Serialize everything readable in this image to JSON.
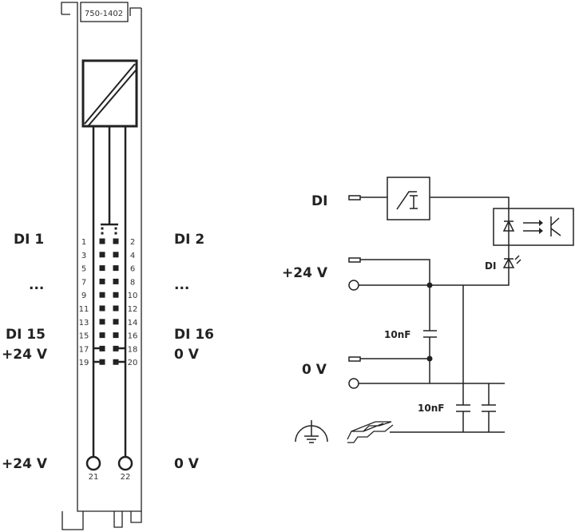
{
  "module": {
    "part_number": "750-1402"
  },
  "left_labels": {
    "di1": "DI 1",
    "dots": "...",
    "di15": "DI 15",
    "plus24a": "+24 V",
    "plus24b": "+24 V"
  },
  "right_labels": {
    "di2": "DI 2",
    "dots": "...",
    "di16": "DI 16",
    "zero_a": "0 V",
    "zero_b": "0 V"
  },
  "pins_left": [
    "1",
    "3",
    "5",
    "7",
    "9",
    "11",
    "13",
    "15",
    "17",
    "19"
  ],
  "pins_right": [
    "2",
    "4",
    "6",
    "8",
    "10",
    "12",
    "14",
    "16",
    "18",
    "20"
  ],
  "bottom_pins": [
    "21",
    "22"
  ],
  "schematic": {
    "di": "DI",
    "plus24": "+24 V",
    "zero": "0 V",
    "led_label": "DI",
    "cap1": "10nF",
    "cap2": "10nF"
  }
}
